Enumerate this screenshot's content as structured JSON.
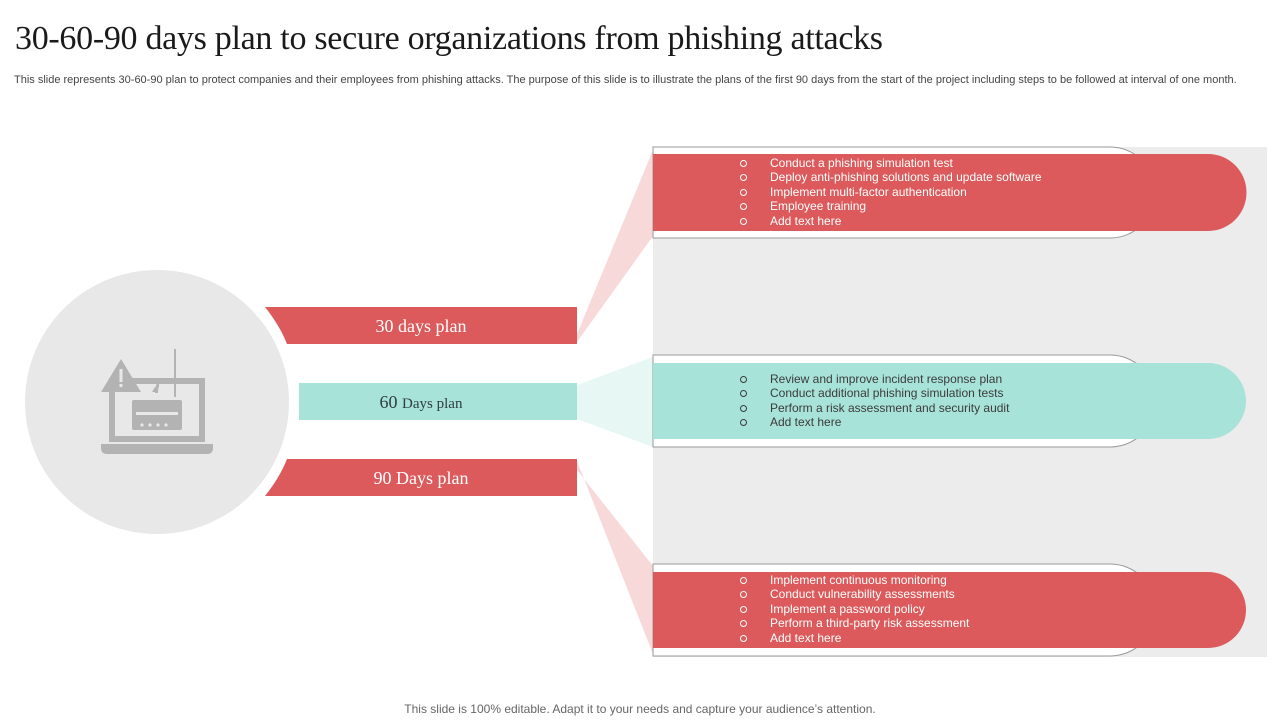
{
  "slide": {
    "title": "30-60-90 days plan to secure organizations from phishing attacks",
    "subtitle": "This slide represents 30-60-90 plan to protect companies and their employees from phishing attacks. The purpose of this slide is to illustrate the plans of the first 90 days from the start of the project including steps to be followed at interval of one month.",
    "footer": "This slide is 100% editable. Adapt it to your needs and capture your audience’s attention."
  },
  "colors": {
    "red": "#dc5a5b",
    "teal": "#a8e3d9",
    "grey_panel": "#ececec",
    "circle": "#e8e8e8",
    "icon": "#b3b3b3"
  },
  "icon": {
    "name": "phishing-laptop-warning-icon"
  },
  "plans": [
    {
      "num": "30",
      "label": "days plan",
      "items": [
        "Conduct a phishing simulation test",
        "Deploy anti-phishing solutions and update software",
        "Implement multi-factor authentication",
        "Employee training",
        "Add text here"
      ]
    },
    {
      "num": "60",
      "label": "Days plan",
      "items": [
        "Review and improve incident response plan",
        "Conduct additional phishing simulation tests",
        "Perform a risk assessment and security audit",
        "Add text here"
      ]
    },
    {
      "num": "90",
      "label": "Days plan",
      "items": [
        "Implement continuous monitoring",
        "Conduct vulnerability assessments",
        "Implement a password policy",
        "Perform a third-party risk assessment",
        "Add text here"
      ]
    }
  ]
}
